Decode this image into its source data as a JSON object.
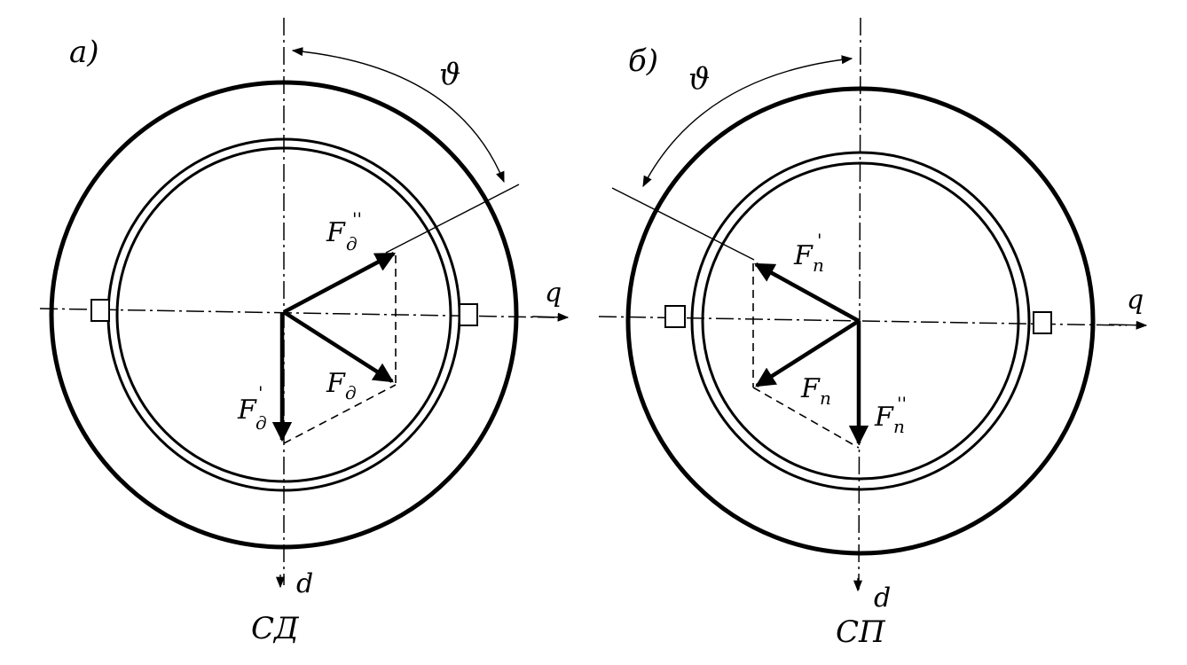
{
  "figure": {
    "panel_a": {
      "tag": "а)",
      "angle": "ϑ",
      "axis_q": "q",
      "axis_d": "d",
      "caption": "СД",
      "vectors": [
        {
          "main": "F",
          "sub": "д",
          "prime": "''"
        },
        {
          "main": "F",
          "sub": "д",
          "prime": ""
        },
        {
          "main": "F",
          "sub": "д",
          "prime": "'"
        }
      ]
    },
    "panel_b": {
      "tag": "б)",
      "angle": "ϑ",
      "axis_q": "q",
      "axis_d": "d",
      "caption": "СП",
      "vectors": [
        {
          "main": "F",
          "sub": "п",
          "prime": "'"
        },
        {
          "main": "F",
          "sub": "п",
          "prime": ""
        },
        {
          "main": "F",
          "sub": "п",
          "prime": "''"
        }
      ]
    }
  }
}
